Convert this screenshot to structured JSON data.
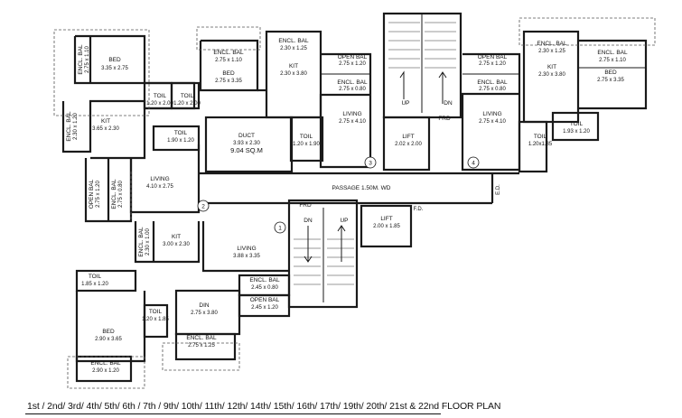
{
  "caption": "1st / 2nd/ 3rd/ 4th/ 5th/ 6th / 7th / 9th/ 10th/ 11th/ 12th/ 14th/ 15th/ 16th/ 17th/ 19th/ 20th/ 21st  & 22nd  FLOOR  PLAN",
  "rooms": {
    "encl_bal_tl": {
      "name": "ENCL. BAL",
      "dim": "2.75 x 1.10"
    },
    "bed_tl": {
      "name": "BED",
      "dim": "3.35 x 2.75"
    },
    "toil_a": {
      "name": "TOIL",
      "dim": "1.20 x 2.00"
    },
    "toil_b": {
      "name": "TOIL",
      "dim": "1.20 x 2.00"
    },
    "encl_bal_u2": {
      "name": "ENCL. BAL",
      "dim": "2.75 x 1.10"
    },
    "bed_u2": {
      "name": "BED",
      "dim": "2.75 x 3.35"
    },
    "encl_bal_u2k": {
      "name": "ENCL. BAL",
      "dim": "2.30 x 1.25"
    },
    "kit_u2": {
      "name": "KIT",
      "dim": "2.30 x 3.80"
    },
    "open_bal_u3": {
      "name": "OPEN BAL",
      "dim": "2.75 x 1.20"
    },
    "encl_bal_u3": {
      "name": "ENCL. BAL",
      "dim": "2.75 x 0.80"
    },
    "living_u3": {
      "name": "LIVING",
      "dim": "2.75 x 4.10"
    },
    "toil_u3": {
      "name": "TOIL",
      "dim": "1.20 x 1.90"
    },
    "encl_bal_l": {
      "name": "ENCL. BAL",
      "dim": "2.30 x 1.20"
    },
    "kit_l": {
      "name": "KIT",
      "dim": "3.65 x 2.30"
    },
    "toil_c": {
      "name": "TOIL",
      "dim": "1.90 x 1.20"
    },
    "duct": {
      "name": "DUCT",
      "dim": "3.93 x 2.30",
      "area": "9.04 SQ.M"
    },
    "lift_top": {
      "name": "LIFT",
      "dim": "2.02 x 2.00"
    },
    "open_bal_u4": {
      "name": "OPEN BAL",
      "dim": "2.75 x 1.20"
    },
    "encl_bal_u4": {
      "name": "ENCL. BAL",
      "dim": "2.75 x 0.80"
    },
    "living_u4": {
      "name": "LIVING",
      "dim": "2.75 x 4.10"
    },
    "toil_u4": {
      "name": "TOIL",
      "dim": "1.20x1.85"
    },
    "encl_bal_u4k": {
      "name": "ENCL. BAL",
      "dim": "2.30 x 1.25"
    },
    "kit_u4": {
      "name": "KIT",
      "dim": "2.30 x 3.80"
    },
    "encl_bal_tr": {
      "name": "ENCL. BAL",
      "dim": "2.75 x 1.10"
    },
    "bed_tr": {
      "name": "BED",
      "dim": "2.75 x 3.35"
    },
    "toil_tr": {
      "name": "TOIL",
      "dim": "1.93 x 1.20"
    },
    "open_bal_l": {
      "name": "OPEN BAL",
      "dim": "2.75 x 1.20"
    },
    "encl_bal_l2": {
      "name": "ENCL. BAL",
      "dim": "2.75 x 0.80"
    },
    "living_u2": {
      "name": "LIVING",
      "dim": "4.10 x 2.75"
    },
    "passage": {
      "name": "PASSAGE 1.50M. WD"
    },
    "lift_mid": {
      "name": "LIFT",
      "dim": "2.00 x 1.85"
    },
    "encl_bal_u1k": {
      "name": "ENCL. BAL",
      "dim": "2.30 x 1.00"
    },
    "kit_u1": {
      "name": "KIT",
      "dim": "3.00 x 2.30"
    },
    "living_u1": {
      "name": "LIVING",
      "dim": "3.88 x 3.35"
    },
    "toil_bl": {
      "name": "TOIL",
      "dim": "1.85 x 1.20"
    },
    "bed_bl": {
      "name": "BED",
      "dim": "2.90 x 3.65"
    },
    "toil_bl2": {
      "name": "TOIL",
      "dim": "1.20 x 1.85"
    },
    "encl_bal_bl": {
      "name": "ENCL. BAL",
      "dim": "2.90 x 1.20"
    },
    "din": {
      "name": "DIN",
      "dim": "2.75 x 3.80"
    },
    "encl_bal_din": {
      "name": "ENCL. BAL",
      "dim": "2.75 x 1.25"
    },
    "encl_bal_u1": {
      "name": "ENCL. BAL",
      "dim": "2.45 x 0.80"
    },
    "open_bal_u1": {
      "name": "OPEN BAL",
      "dim": "2.45 x 1.20"
    }
  },
  "labels": {
    "frd_top": "FRD",
    "frd_mid": "FRD",
    "up_top": "UP",
    "dn_top": "DN",
    "dn_mid": "DN",
    "up_mid": "UP",
    "ed": "E.D.",
    "fd": "F.D."
  },
  "unit_markers": [
    "1",
    "2",
    "3",
    "4"
  ]
}
